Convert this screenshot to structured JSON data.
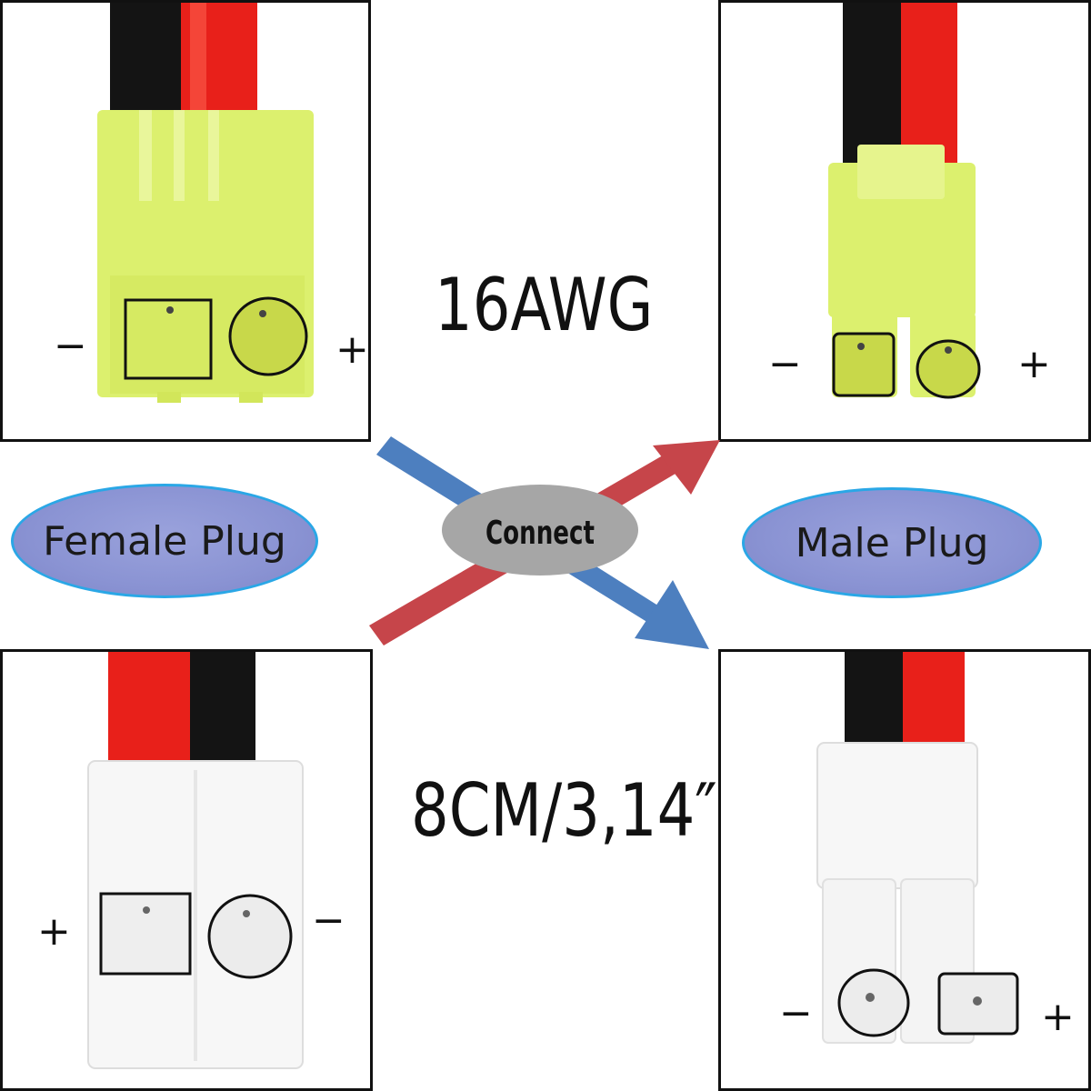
{
  "specs": {
    "gauge": "16AWG",
    "length": "8CM/3,14″"
  },
  "labels": {
    "female": "Female Plug",
    "male": "Male Plug",
    "connect": "Connect"
  },
  "polarity": {
    "female_top": {
      "left": "−",
      "right": "+"
    },
    "male_top": {
      "left": "−",
      "right": "+"
    },
    "female_bottom": {
      "left": "+",
      "right": "−"
    },
    "male_bottom": {
      "left": "−",
      "right": "+"
    }
  },
  "colors": {
    "yellow_connector": "#dcf06e",
    "white_connector": "#f7f7f7",
    "wire_red": "#e8201a",
    "wire_black": "#141414",
    "arrow_red": "#c6454a",
    "arrow_blue": "#4d7fbf",
    "connect_oval": "#a6a6a6",
    "plug_oval_fill": "#8a93d3",
    "plug_oval_border": "#2aa7e6"
  }
}
